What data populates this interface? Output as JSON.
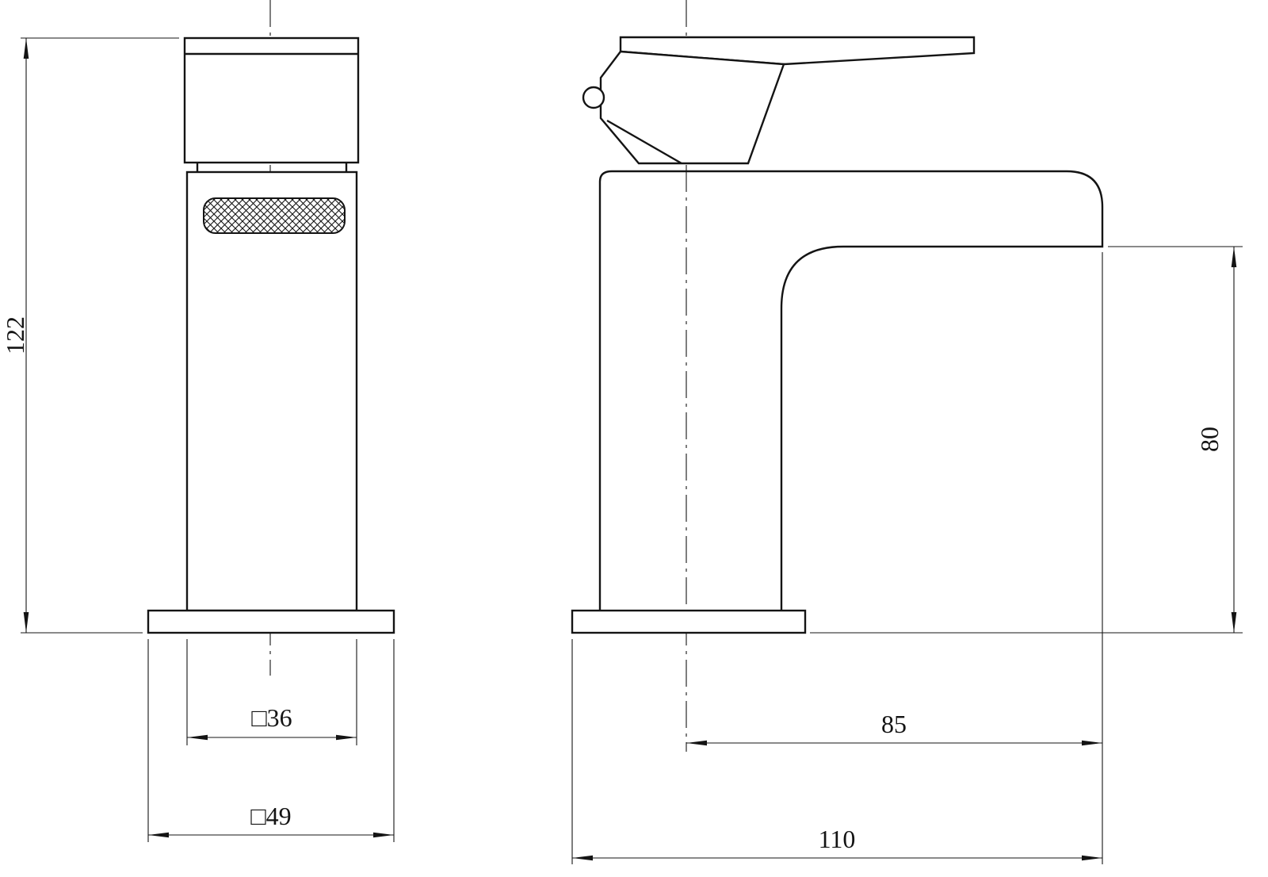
{
  "drawing": {
    "type": "technical-dimension-drawing",
    "subject": "basin mixer tap, front and side elevations",
    "colors": {
      "line": "#141414",
      "background": "#ffffff"
    },
    "dimensions": {
      "overall_height": "122",
      "body_square": "□36",
      "base_square": "□49",
      "spout_projection": "85",
      "overall_projection": "110",
      "spout_clearance": "80"
    }
  }
}
